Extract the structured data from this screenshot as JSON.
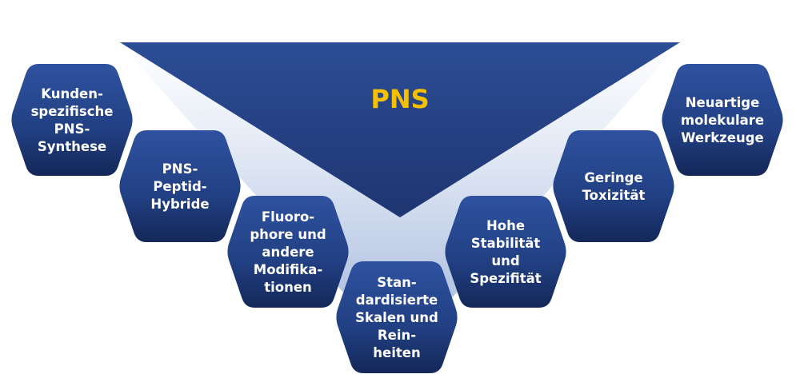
{
  "title": "PNS",
  "colors": {
    "title_text": "#f5c000",
    "triangle_top": "#2c4d96",
    "triangle_bottom": "#1e3570",
    "hex_top": "#2c4e98",
    "hex_bottom": "#152a5e",
    "band_light": "#a9bde0",
    "band_white": "#ffffff"
  },
  "hexagons": [
    {
      "id": "kunden",
      "lines": [
        "Kunden-",
        "spezifische",
        "PNS-",
        "Synthese"
      ]
    },
    {
      "id": "peptid",
      "lines": [
        "PNS-",
        "Peptid-",
        "Hybride"
      ]
    },
    {
      "id": "fluoro",
      "lines": [
        "Fluoro-",
        "phore und",
        "andere",
        "Modifika-",
        "tionen"
      ]
    },
    {
      "id": "standard",
      "lines": [
        "Stan-",
        "dardisierte",
        "Skalen und",
        "Rein-",
        "heiten"
      ]
    },
    {
      "id": "stabil",
      "lines": [
        "Hohe",
        "Stabilität",
        "und",
        "Spezifität"
      ]
    },
    {
      "id": "toxizitaet",
      "lines": [
        "Geringe",
        "Toxizität"
      ]
    },
    {
      "id": "werkzeuge",
      "lines": [
        "Neuartige",
        "molekulare",
        "Werkzeuge"
      ]
    }
  ]
}
